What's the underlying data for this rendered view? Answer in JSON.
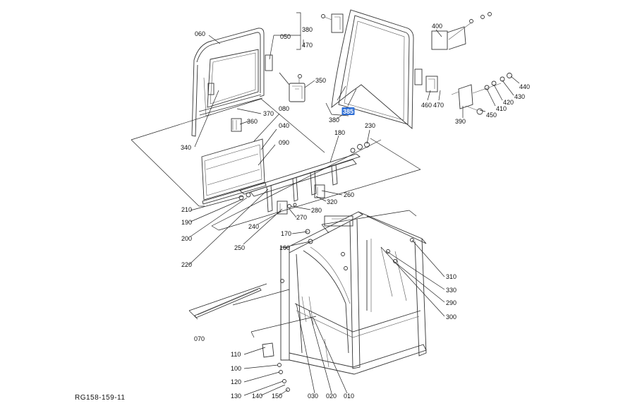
{
  "drawing_code": "RG158-159-11",
  "highlighted_part": "385",
  "colors": {
    "highlight": "#2f6fd6",
    "line": "#222222"
  },
  "parts": {
    "p010": "010",
    "p020": "020",
    "p030": "030",
    "p040": "040",
    "p050": "050",
    "p060": "060",
    "p070": "070",
    "p080": "080",
    "p090": "090",
    "p100": "100",
    "p110": "110",
    "p120": "120",
    "p130": "130",
    "p140": "140",
    "p150": "150",
    "p160": "160",
    "p170": "170",
    "p180": "180",
    "p190": "190",
    "p200": "200",
    "p210": "210",
    "p220": "220",
    "p230": "230",
    "p240": "240",
    "p250": "250",
    "p260": "260",
    "p270": "270",
    "p280": "280",
    "p290": "290",
    "p300": "300",
    "p310": "310",
    "p320": "320",
    "p330": "330",
    "p340": "340",
    "p350": "350",
    "p360": "360",
    "p370": "370",
    "p380a": "380",
    "p380b": "380",
    "p385": "385",
    "p390": "390",
    "p400": "400",
    "p410": "410",
    "p420": "420",
    "p430": "430",
    "p440": "440",
    "p450": "450",
    "p460": "460",
    "p470a": "470",
    "p470b": "470"
  }
}
